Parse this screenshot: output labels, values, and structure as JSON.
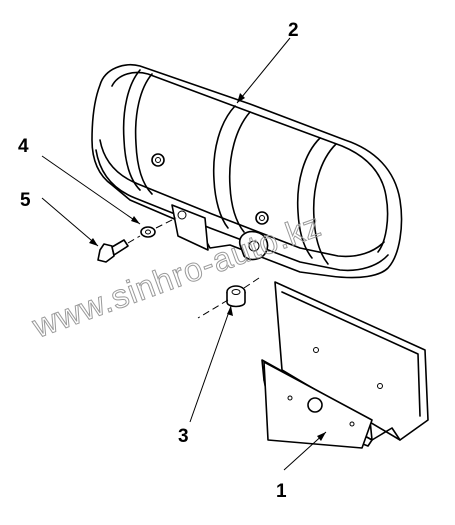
{
  "callouts": {
    "part_1": "1",
    "part_2": "2",
    "part_3": "3",
    "part_4": "4",
    "part_5": "5"
  },
  "watermark": "www.sinhro-auto.kz",
  "colors": {
    "line": "#000000",
    "background": "#ffffff",
    "watermark": "#9a9a9a"
  }
}
